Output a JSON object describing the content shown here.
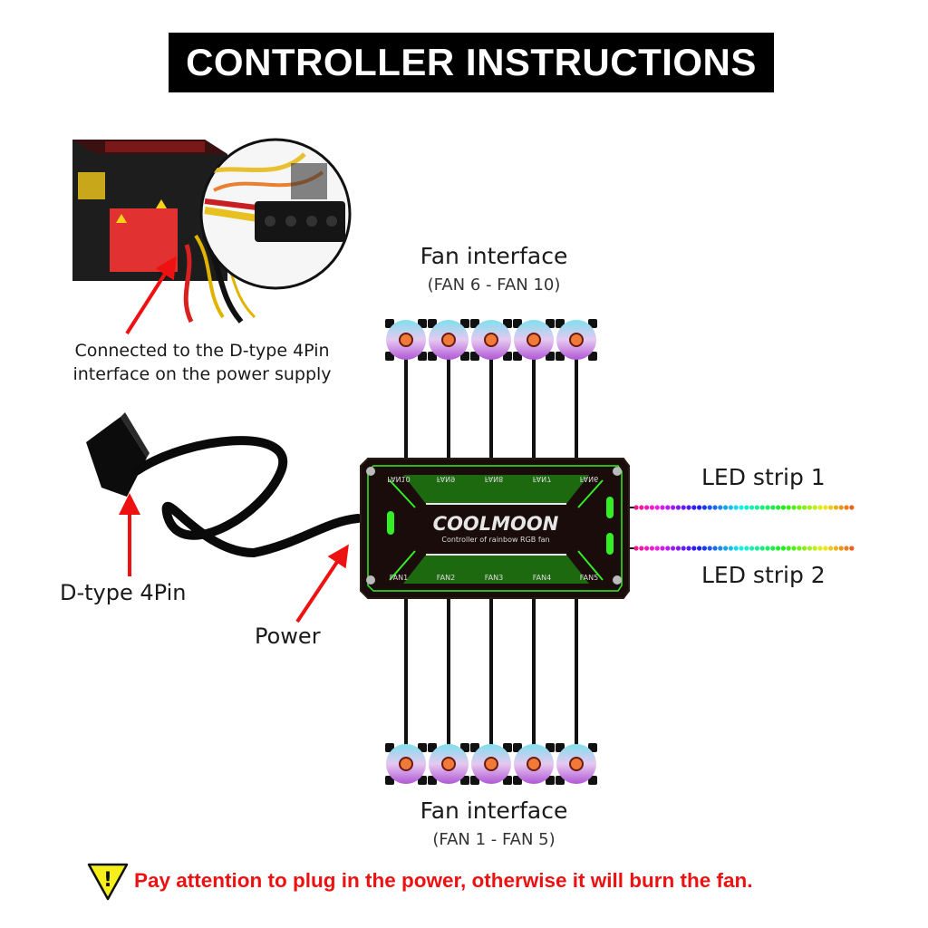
{
  "title": "CONTROLLER INSTRUCTIONS",
  "psu_callout": {
    "line1": "Connected to the D-type 4Pin",
    "line2": "interface on the power supply"
  },
  "connector_label": "D-type 4Pin",
  "power_label": "Power",
  "top_fans": {
    "title": "Fan interface",
    "range": "(FAN 6 - FAN 10)",
    "count": 5
  },
  "bottom_fans": {
    "title": "Fan interface",
    "range": "(FAN 1 - FAN 5)",
    "count": 5
  },
  "led_strips": [
    "LED strip 1",
    "LED strip 2"
  ],
  "controller": {
    "brand": "COOLMOON",
    "subtitle": "Controller of rainbow RGB fan",
    "top_ports": [
      "FAN10",
      "FAN9",
      "FAN8",
      "FAN7",
      "FAN6"
    ],
    "bottom_ports": [
      "FAN1",
      "FAN2",
      "FAN3",
      "FAN4",
      "FAN5"
    ],
    "accent_color": "#33ee22"
  },
  "warning": {
    "icon": "warning-triangle-icon",
    "symbol": "!",
    "text": "Pay attention to plug in the power, otherwise it will burn the fan.",
    "color": "#ee1111"
  }
}
